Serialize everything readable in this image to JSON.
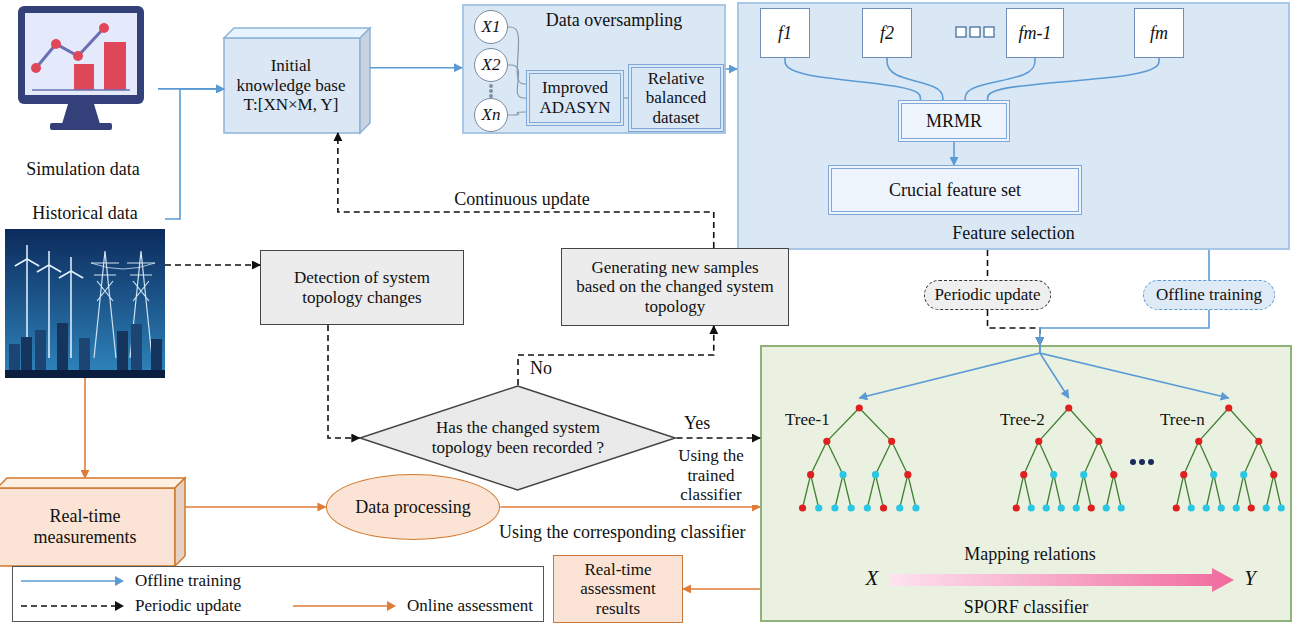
{
  "diagram": {
    "nodes": [
      {
        "text": [
          "Simulation data"
        ]
      },
      {
        "text": [
          "Historical data"
        ]
      },
      {
        "text": [
          "Initial knowledge base",
          "T:[XN×M, Y]"
        ]
      },
      {
        "text": [
          "Data oversampling"
        ]
      },
      {
        "text": [
          "X1"
        ],
        "in": 3
      },
      {
        "text": [
          "X2"
        ],
        "in": 3
      },
      {
        "text": [
          "Xn"
        ],
        "in": 3
      },
      {
        "text": [
          "Improved ADASYN"
        ],
        "in": 3
      },
      {
        "text": [
          "Relative balanced dataset"
        ],
        "in": 3
      },
      {
        "text": [
          "Feature selection"
        ]
      },
      {
        "text": [
          "f1"
        ],
        "in": 9
      },
      {
        "text": [
          "f2"
        ],
        "in": 9
      },
      {
        "text": [
          "fm-1"
        ],
        "in": 9
      },
      {
        "text": [
          "fm"
        ],
        "in": 9
      },
      {
        "text": [
          "MRMR"
        ],
        "in": 9
      },
      {
        "text": [
          "Crucial feature set"
        ],
        "in": 9
      },
      {
        "text": [
          "Detection of system topology changes"
        ]
      },
      {
        "text": [
          "Generating new samples based on the changed system topology"
        ]
      },
      {
        "text": [
          "Has the changed system topology been recorded ?"
        ]
      },
      {
        "text": [
          "Periodic update"
        ]
      },
      {
        "text": [
          "Offline training"
        ]
      },
      {
        "text": [
          "SPORF classifier"
        ]
      },
      {
        "text": [
          "Tree-1"
        ],
        "in": 21
      },
      {
        "text": [
          "Tree-2"
        ],
        "in": 21
      },
      {
        "text": [
          "Tree-n"
        ],
        "in": 21
      },
      {
        "text": [
          "Real-time measurements"
        ]
      },
      {
        "text": [
          "Data processing"
        ]
      },
      {
        "text": [
          "Real-time assessment results"
        ]
      }
    ],
    "edges": [
      {
        "from": 0,
        "to": 2,
        "arrow": "to"
      },
      {
        "from": 1,
        "to": 2,
        "arrow": "to"
      },
      {
        "from": 2,
        "to": 3,
        "arrow": "to"
      },
      {
        "from": 4,
        "to": 7,
        "arrow": "none"
      },
      {
        "from": 5,
        "to": 7,
        "arrow": "none"
      },
      {
        "from": 6,
        "to": 7,
        "arrow": "none"
      },
      {
        "from": 7,
        "to": 8,
        "arrow": "none"
      },
      {
        "from": 3,
        "to": 9,
        "arrow": "to"
      },
      {
        "from": 10,
        "to": 14,
        "arrow": "none"
      },
      {
        "from": 11,
        "to": 14,
        "arrow": "none"
      },
      {
        "from": 12,
        "to": 14,
        "arrow": "none"
      },
      {
        "from": 13,
        "to": 14,
        "arrow": "none"
      },
      {
        "from": 14,
        "to": 15,
        "arrow": "to"
      },
      {
        "from": 9,
        "to": 19,
        "arrow": "none"
      },
      {
        "from": 19,
        "to": 21,
        "arrow": "to"
      },
      {
        "from": 9,
        "to": 20,
        "arrow": "none"
      },
      {
        "from": 20,
        "to": 21,
        "arrow": "to"
      },
      {
        "from": 21,
        "to": 22,
        "arrow": "to"
      },
      {
        "from": 21,
        "to": 23,
        "arrow": "to"
      },
      {
        "from": 21,
        "to": 24,
        "arrow": "to"
      },
      {
        "from": 1,
        "to": 16,
        "arrow": "to"
      },
      {
        "from": 16,
        "to": 18,
        "arrow": "to"
      },
      {
        "from": 18,
        "to": 17,
        "label": "No",
        "arrow": "to"
      },
      {
        "from": 17,
        "to": 2,
        "label": "Continuous update",
        "arrow": "to"
      },
      {
        "from": 18,
        "to": 21,
        "label": "Yes",
        "arrow": "to"
      },
      {
        "from": 1,
        "to": 25,
        "arrow": "to"
      },
      {
        "from": 25,
        "to": 26,
        "arrow": "to"
      },
      {
        "from": 26,
        "to": 21,
        "label": "Using the corresponding classifier",
        "arrow": "to"
      },
      {
        "from": 21,
        "to": 27,
        "arrow": "to"
      }
    ],
    "labels": [
      "Using the trained classifier",
      "Mapping relations",
      "X",
      "Y"
    ],
    "legend": [
      {
        "text": "Offline training"
      },
      {
        "text": "Periodic update"
      },
      {
        "text": "Online assessment"
      }
    ]
  }
}
